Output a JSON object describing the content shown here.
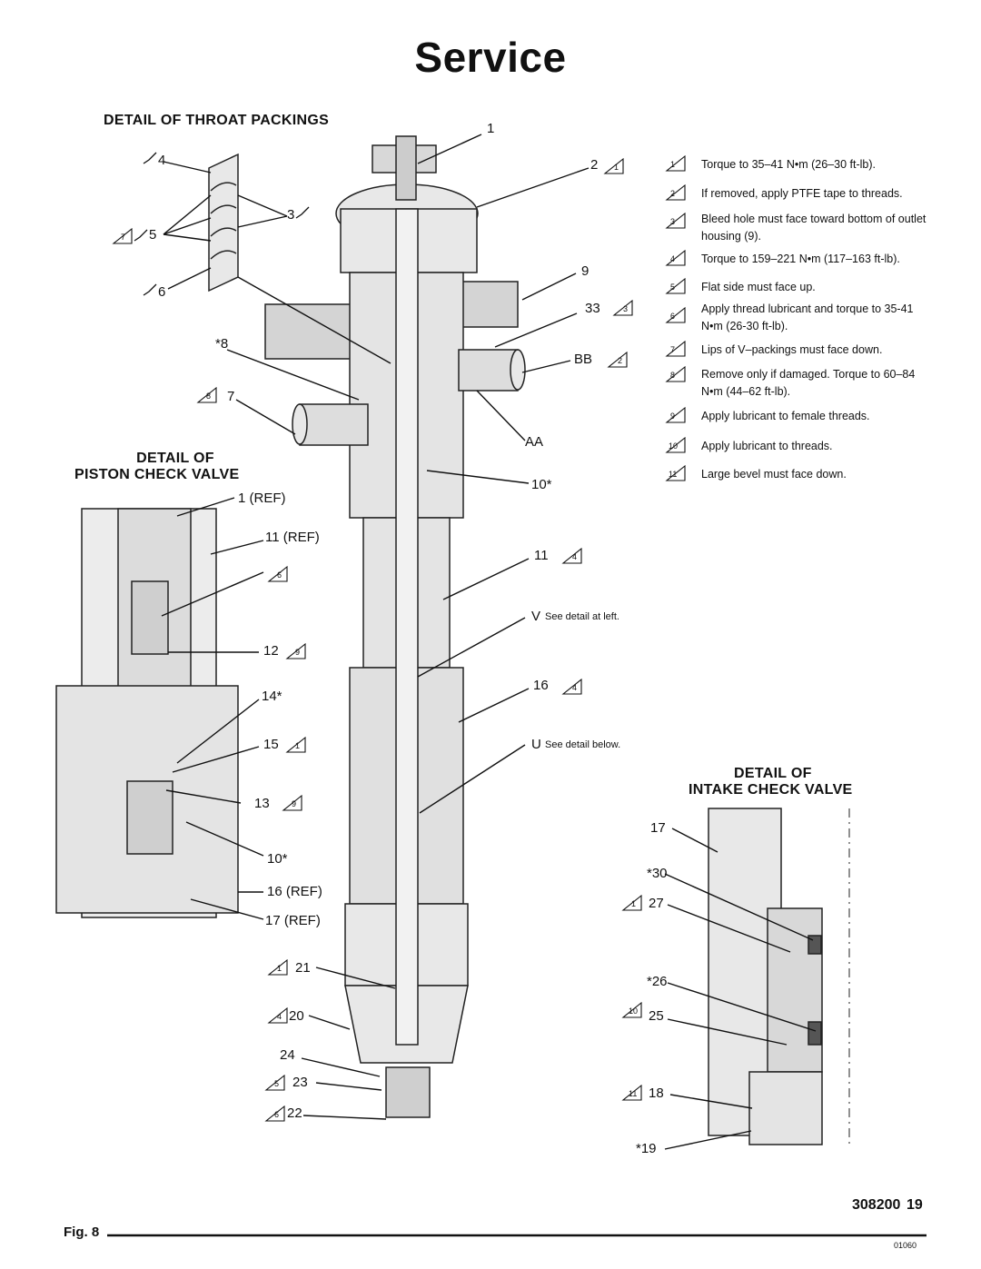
{
  "page": {
    "title": "Service",
    "document_number": "308200",
    "page_number": "19",
    "figure_label": "Fig. 8",
    "drawing_number": "01060"
  },
  "headings": {
    "throat_packings": "DETAIL OF THROAT PACKINGS",
    "piston_check_valve_line1": "DETAIL OF",
    "piston_check_valve_line2": "PISTON CHECK VALVE",
    "intake_check_valve_line1": "DETAIL OF",
    "intake_check_valve_line2": "INTAKE CHECK VALVE"
  },
  "notes": [
    {
      "num": "1",
      "text": "Torque to 35–41 N•m (26–30 ft-lb)."
    },
    {
      "num": "2",
      "text": "If removed, apply PTFE tape to threads."
    },
    {
      "num": "3",
      "text": "Bleed hole must face toward bottom of outlet housing (9)."
    },
    {
      "num": "4",
      "text": "Torque to 159–221 N•m (117–163 ft-lb)."
    },
    {
      "num": "5",
      "text": "Flat side must face up."
    },
    {
      "num": "6",
      "text": "Apply thread lubricant and torque to 35-41 N•m (26-30 ft-lb)."
    },
    {
      "num": "7",
      "text": "Lips of V–packings must face down."
    },
    {
      "num": "8",
      "text": "Remove only if damaged. Torque to 60–84 N•m (44–62 ft-lb)."
    },
    {
      "num": "9",
      "text": "Apply lubricant to female threads."
    },
    {
      "num": "10",
      "text": "Apply lubricant to threads."
    },
    {
      "num": "11",
      "text": "Large bevel must face down."
    }
  ],
  "callouts": {
    "c1": "1",
    "c2": "2",
    "c9": "9",
    "c33": "33",
    "cBB": "BB",
    "cAA": "AA",
    "c10s": "10*",
    "c11": "11",
    "cV": "V",
    "cV_note": "See detail at left.",
    "c16": "16",
    "cU": "U",
    "cU_note": "See detail below.",
    "c4": "4",
    "c3": "3",
    "c5": "5",
    "c6": "6",
    "c8s": "*8",
    "c7": "7",
    "c1ref": "1 (REF)",
    "c11ref": "11 (REF)",
    "c12": "12",
    "c14s": "14*",
    "c15": "15",
    "c13": "13",
    "c10s_left": "10*",
    "c16ref": "16 (REF)",
    "c17ref": "17 (REF)",
    "c21": "21",
    "c20": "20",
    "c24": "24",
    "c23": "23",
    "c22": "22",
    "c17": "17",
    "c30s": "*30",
    "c27": "27",
    "c26s": "*26",
    "c25": "25",
    "c18": "18",
    "c19s": "*19"
  },
  "triangle_refs": {
    "t_2": "1",
    "t_33": "3",
    "t_BB": "2",
    "t_11": "4",
    "t_16": "4",
    "t_5": "7",
    "t_7": "8",
    "t_6_left": "6",
    "t_12": "9",
    "t_15": "1",
    "t_13": "9",
    "t_21": "1",
    "t_20": "4",
    "t_23": "5",
    "t_22": "6",
    "t_27": "1",
    "t_25": "10",
    "t_18": "11"
  }
}
